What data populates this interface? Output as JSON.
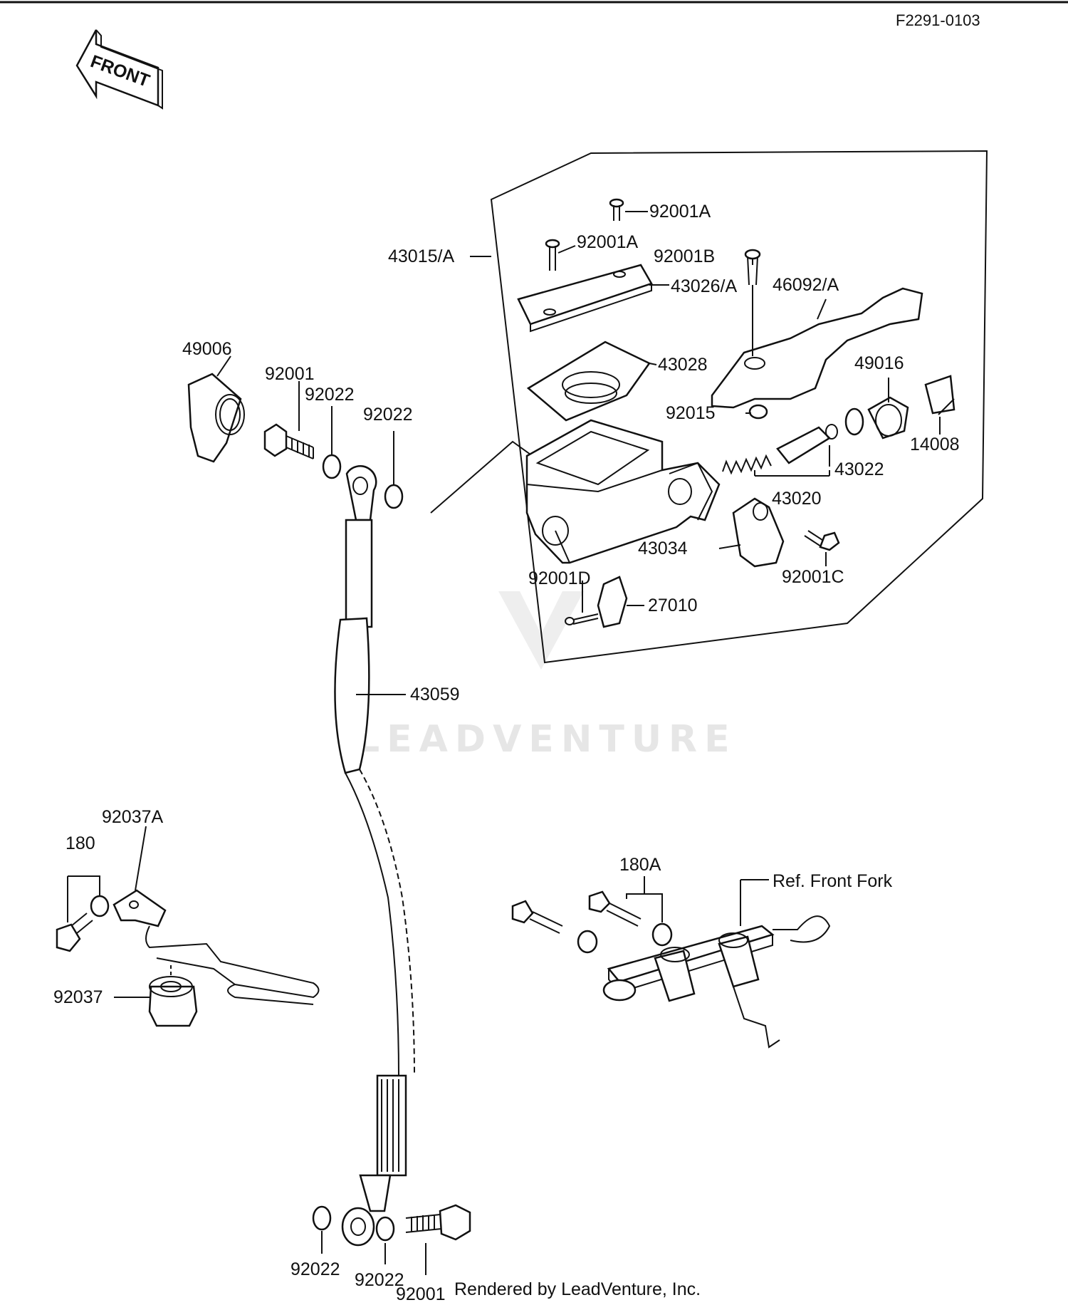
{
  "header": {
    "figure_code": "F2291-0103",
    "front_arrow_label": "FRONT"
  },
  "watermark": {
    "text": "LEADVENTURE"
  },
  "footer": {
    "rendered_by": "Rendered by LeadVenture, Inc."
  },
  "part_labels": {
    "p43015A": "43015/A",
    "p92001A_1": "92001A",
    "p92001A_2": "92001A",
    "p92001B": "92001B",
    "p43026A": "43026/A",
    "p46092A": "46092/A",
    "p49006": "49006",
    "p92001_top": "92001",
    "p92022_a": "92022",
    "p92022_b": "92022",
    "p43028": "43028",
    "p49016": "49016",
    "p92015": "92015",
    "p14008": "14008",
    "p43022": "43022",
    "p43020": "43020",
    "p43034": "43034",
    "p92001C": "92001C",
    "p92001D": "92001D",
    "p27010": "27010",
    "p43059": "43059",
    "p92037A": "92037A",
    "p180": "180",
    "p92037": "92037",
    "p180A": "180A",
    "ref_front_fork": "Ref. Front Fork",
    "p92022_c": "92022",
    "p92022_d": "92022",
    "p92001_bottom": "92001"
  }
}
